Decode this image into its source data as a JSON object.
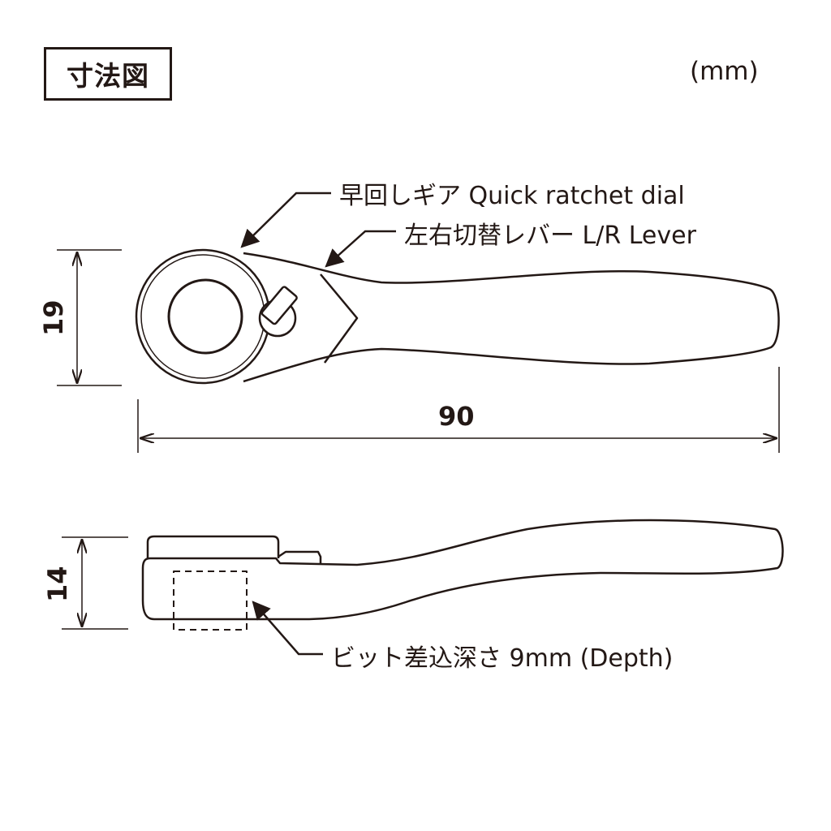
{
  "title": "寸法図",
  "units": "(mm)",
  "callouts": {
    "gear": "早回しギア Quick ratchet dial",
    "lever": "左右切替レバー L/R Lever",
    "depth": "ビット差込深さ 9mm (Depth)"
  },
  "dimensions": {
    "height_top": "19",
    "length": "90",
    "height_side": "14"
  },
  "colors": {
    "line": "#231815",
    "background": "#ffffff"
  }
}
